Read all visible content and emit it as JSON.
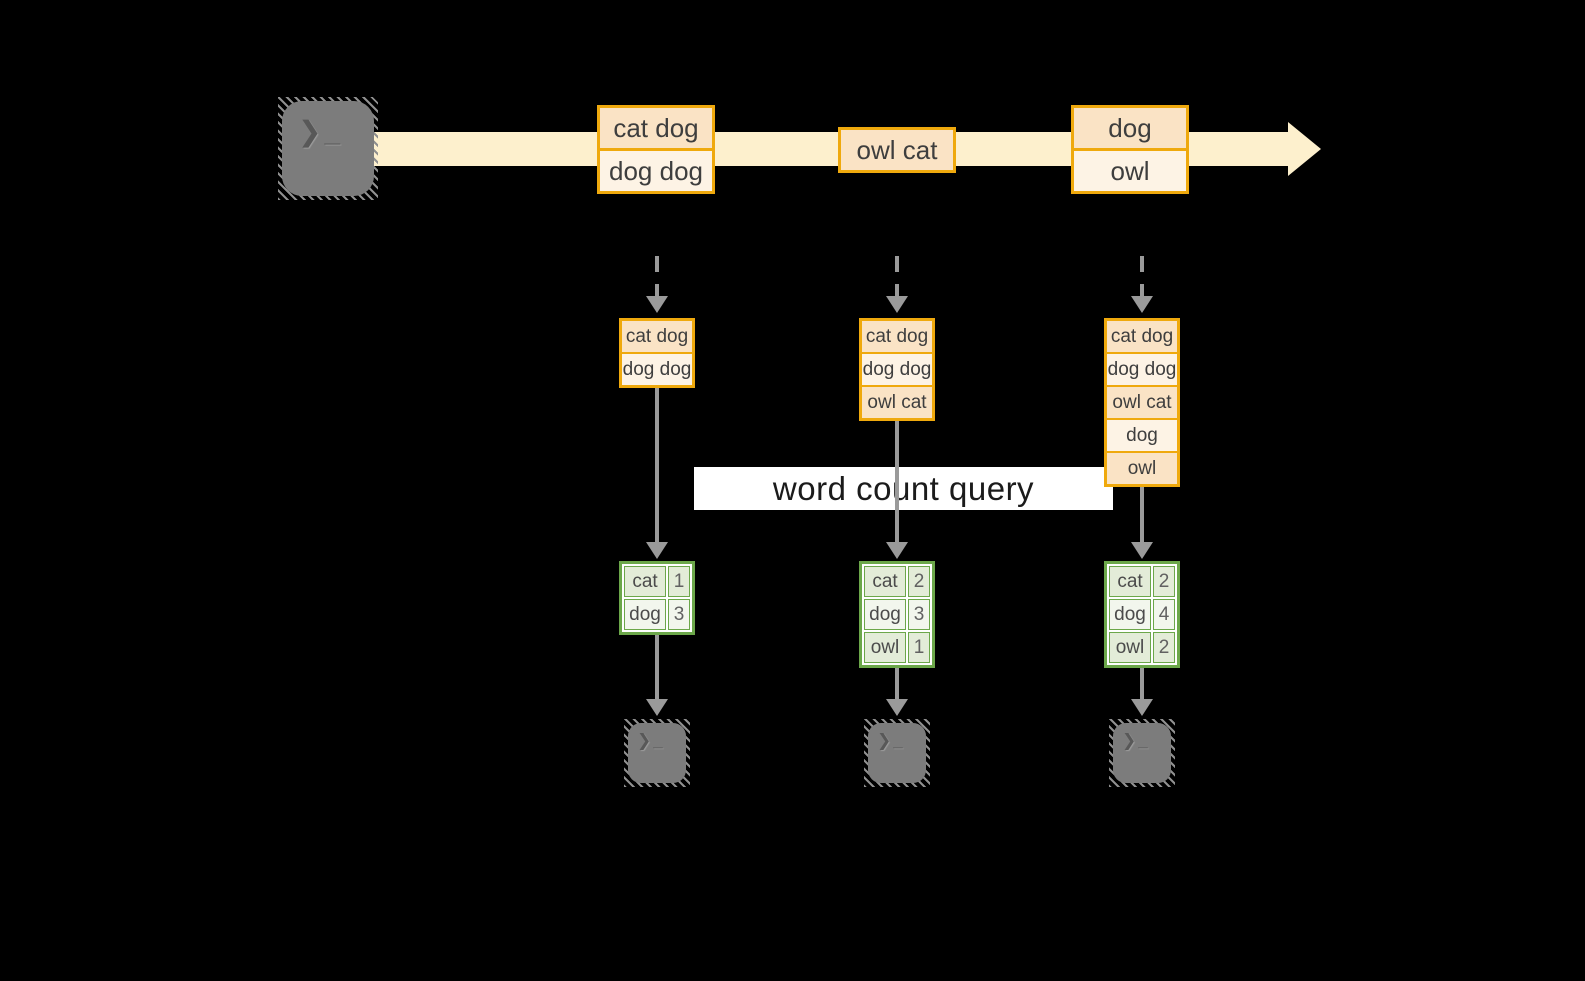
{
  "banner": {
    "label": "word count query"
  },
  "icons": {
    "terminal": "terminal-icon",
    "prompt_glyph": "❯_"
  },
  "stream": {
    "batches": [
      {
        "rows": [
          "cat dog",
          "dog dog"
        ]
      },
      {
        "rows": [
          "owl cat"
        ]
      },
      {
        "rows": [
          "dog",
          "owl"
        ]
      }
    ]
  },
  "columns": [
    {
      "micro_batch": [
        "cat dog",
        "dog dog"
      ],
      "counts": [
        {
          "word": "cat",
          "value": "1"
        },
        {
          "word": "dog",
          "value": "3"
        }
      ]
    },
    {
      "micro_batch": [
        "cat dog",
        "dog dog",
        "owl cat"
      ],
      "counts": [
        {
          "word": "cat",
          "value": "2"
        },
        {
          "word": "dog",
          "value": "3"
        },
        {
          "word": "owl",
          "value": "1"
        }
      ]
    },
    {
      "micro_batch": [
        "cat dog",
        "dog dog",
        "owl cat",
        "dog",
        "owl"
      ],
      "counts": [
        {
          "word": "cat",
          "value": "2"
        },
        {
          "word": "dog",
          "value": "4"
        },
        {
          "word": "owl",
          "value": "2"
        }
      ]
    }
  ],
  "colors": {
    "background": "#000000",
    "stream_fill": "#fdf0cd",
    "box_border": "#efa90d",
    "box_fill_dark": "#fae3c5",
    "box_fill_light": "#fdf3e5",
    "table_border": "#6ca74a",
    "table_cell_dark": "#e3ecd8",
    "table_cell_light": "#f2f6ed",
    "arrow_gray": "#9a9a9a",
    "terminal_gray": "#7c7c7c",
    "banner_bg": "#ffffff"
  }
}
